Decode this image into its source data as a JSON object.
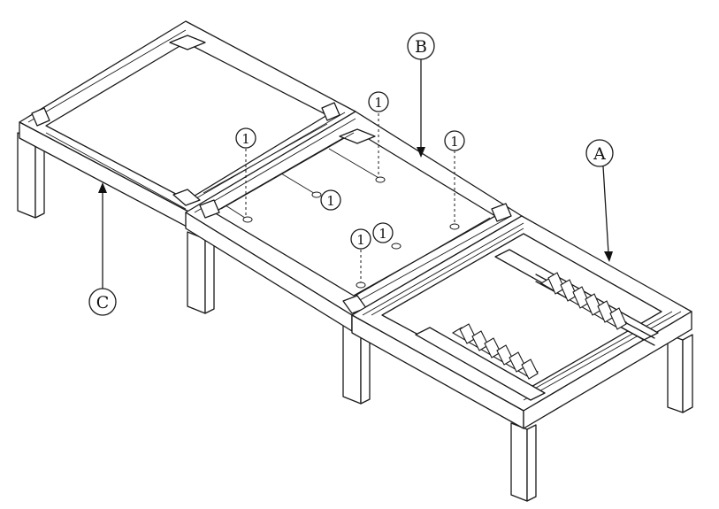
{
  "labels": {
    "A": "A",
    "B": "B",
    "C": "C",
    "part": "1"
  }
}
